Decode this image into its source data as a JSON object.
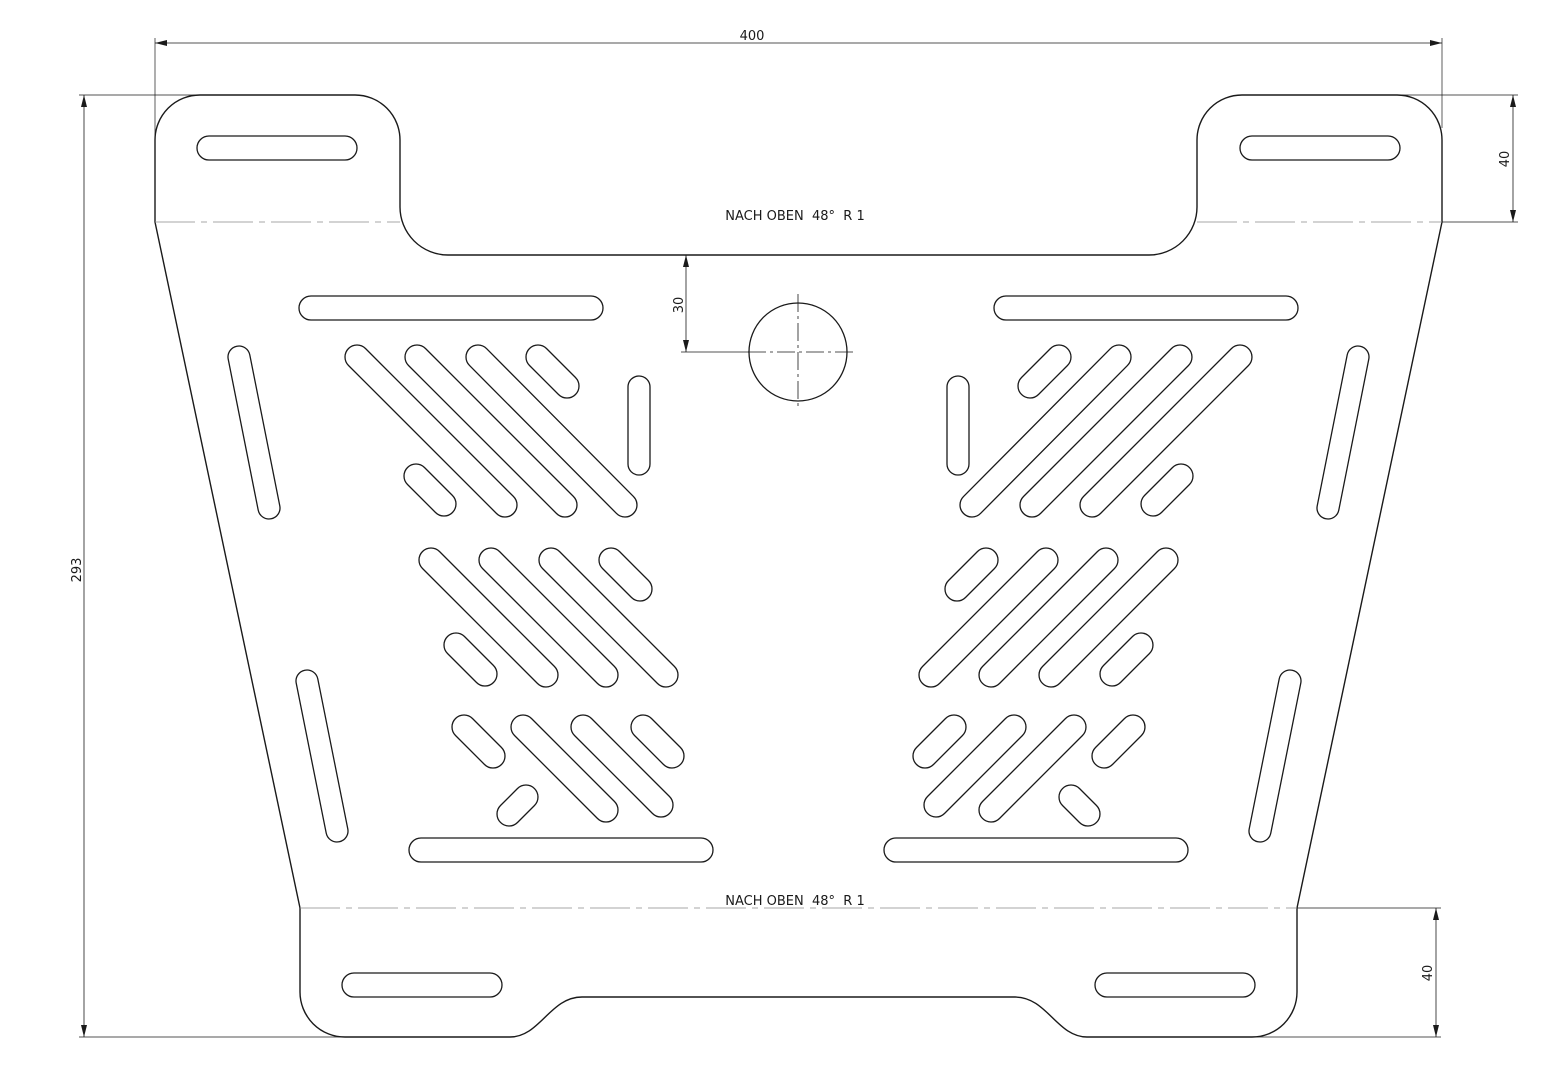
{
  "bend_notes": {
    "top": "NACH OBEN  48°  R 1",
    "bottom": "NACH OBEN  48°  R 1"
  },
  "dimensions": {
    "overall_width": "400",
    "overall_height": "293",
    "top_tab_height": "40",
    "bottom_tab_height": "40",
    "hole_offset": "30"
  }
}
